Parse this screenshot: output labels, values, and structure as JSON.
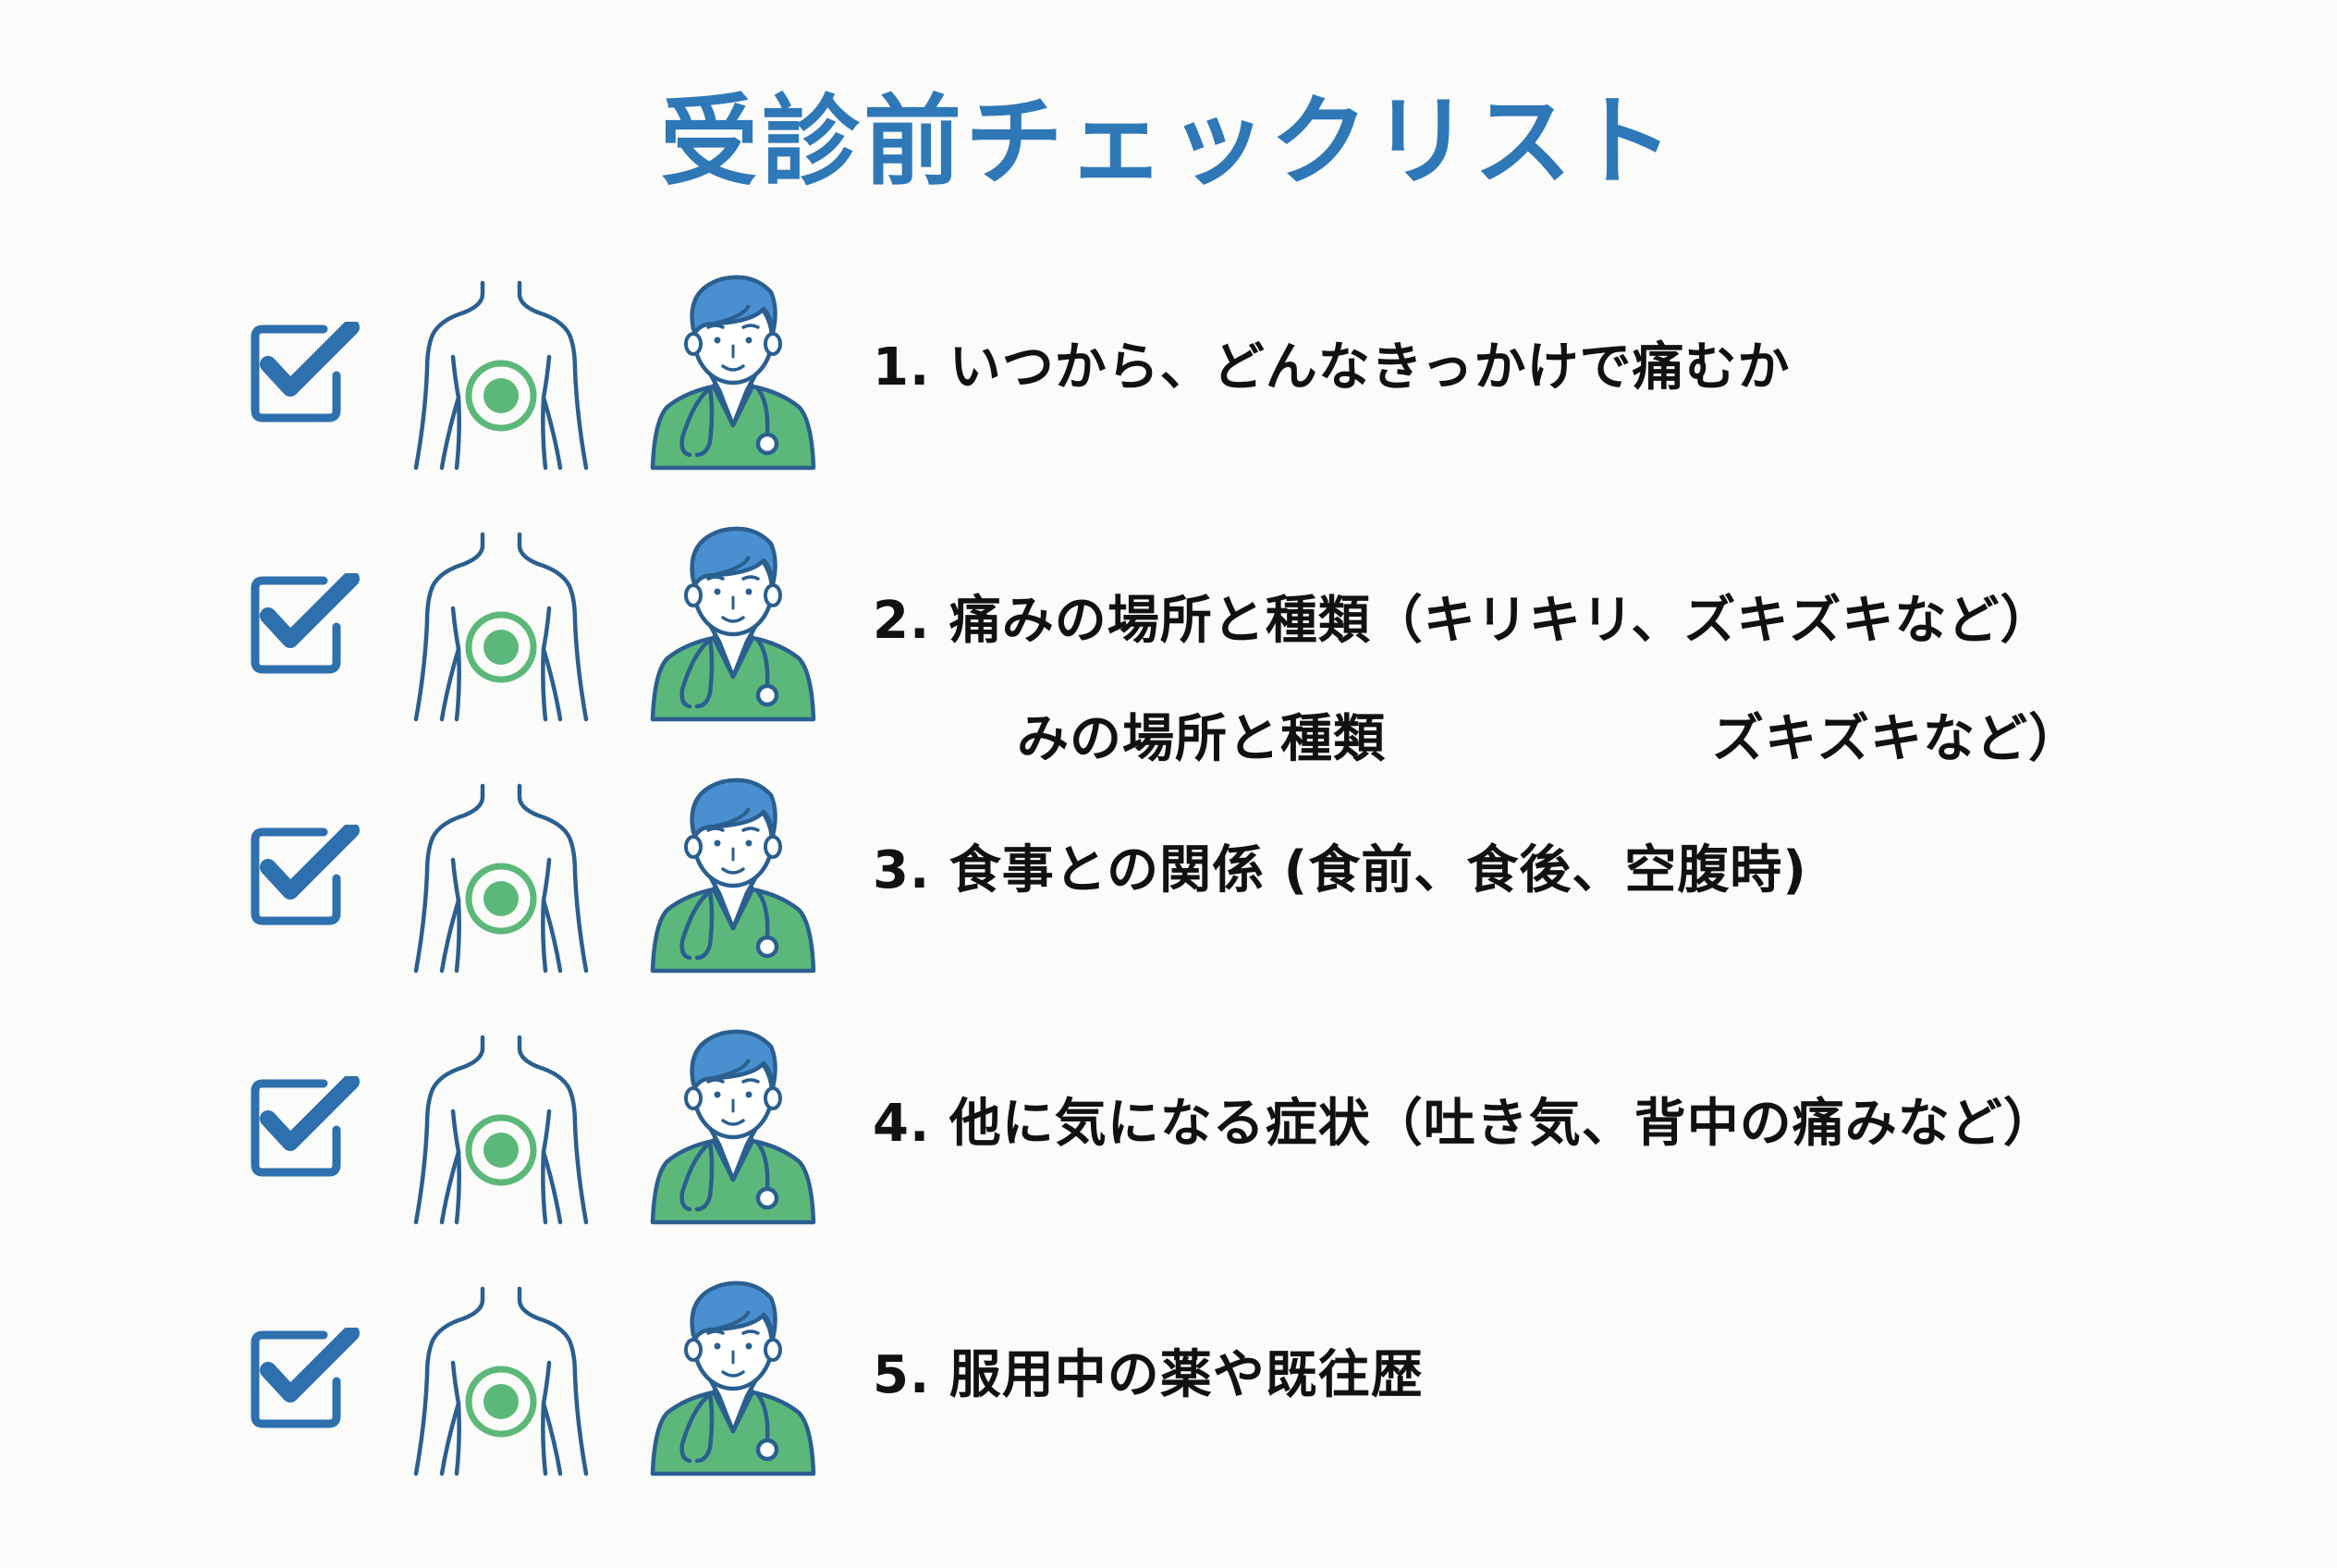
{
  "title": "受診前チェックリスト",
  "colors": {
    "title": "#2e78b7",
    "checkbox": "#2e6fae",
    "outline": "#2a5f8f",
    "green": "#5cb87a",
    "hair": "#4a90d0",
    "text": "#111111",
    "background": "#fbfbfa"
  },
  "items": [
    {
      "text": "1. いつから、どんなきっかけで痛むか",
      "checked": true,
      "icons": [
        "checkbox-checked-icon",
        "torso-abdomen-icon",
        "doctor-icon"
      ]
    },
    {
      "text": "2. 痛みの場所と種類（キリキリ、ズキズキなど）",
      "checked": true,
      "icons": [
        "checkbox-checked-icon",
        "torso-abdomen-icon",
        "doctor-icon"
      ]
    },
    {
      "text": "3. 食事との関係 (食前、食後、空腹時)",
      "checked": true,
      "icons": [
        "checkbox-checked-icon",
        "torso-abdomen-icon",
        "doctor-icon"
      ]
    },
    {
      "text": "4. 他に気になる症状（吐き気、背中の痛みなど）",
      "checked": true,
      "icons": [
        "checkbox-checked-icon",
        "torso-abdomen-icon",
        "doctor-icon"
      ]
    },
    {
      "text": "5. 服用中の薬や既往歴",
      "checked": true,
      "icons": [
        "checkbox-checked-icon",
        "torso-abdomen-icon",
        "doctor-icon"
      ]
    }
  ],
  "ghost_text": {
    "left_fragment": "みの場所と種類",
    "right_fragment": "ズキズキなど）"
  }
}
